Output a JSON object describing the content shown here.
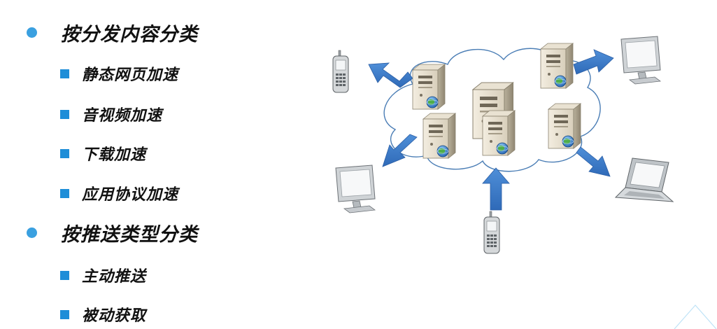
{
  "sections": [
    {
      "title": "按分发内容分类",
      "items": [
        "静态网页加速",
        "音视频加速",
        "下载加速",
        "应用协议加速"
      ]
    },
    {
      "title": "按推送类型分类",
      "items": [
        "主动推送",
        "被动获取"
      ]
    }
  ],
  "colors": {
    "bullet": "#3aa0e0",
    "square": "#1e8ed8",
    "arrow": "#3d7cc9",
    "cloud_stroke": "#4a7db5"
  },
  "diagram": {
    "nodes": [
      "server",
      "server",
      "server",
      "server",
      "server-large",
      "server",
      "mobile-phone",
      "mobile-phone",
      "monitor",
      "monitor",
      "laptop"
    ]
  }
}
